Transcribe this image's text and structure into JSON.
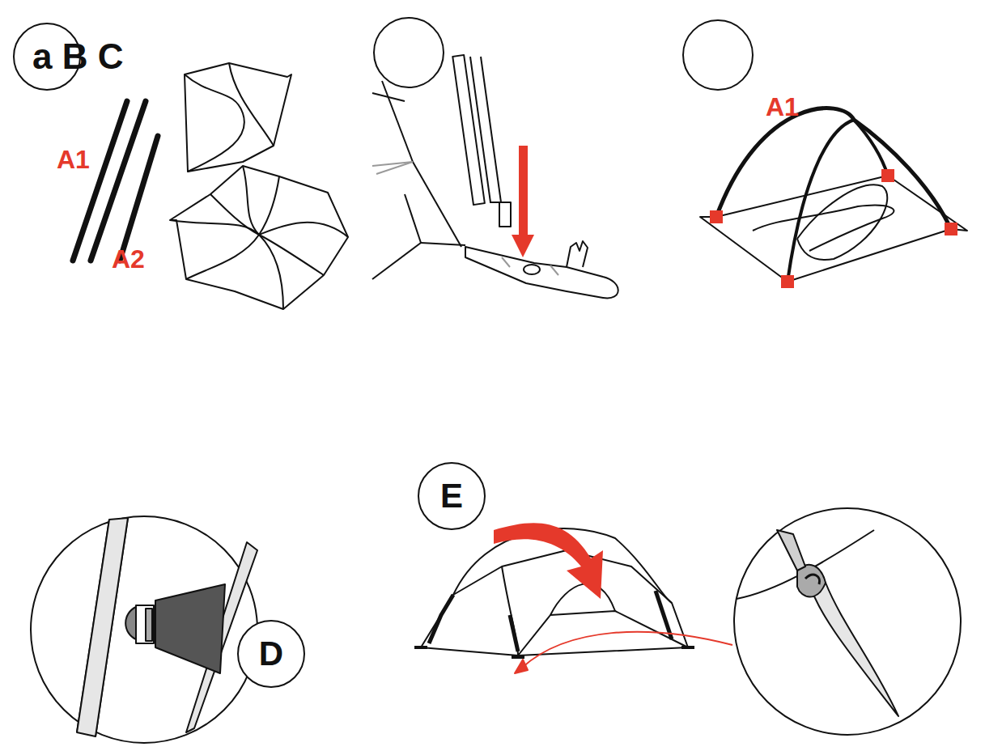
{
  "diagram": {
    "nodes": [
      {
        "text": [
          "a B C"
        ]
      },
      {
        "text": [
          "D"
        ]
      },
      {
        "text": [
          "E"
        ]
      }
    ],
    "labels": [
      "A1",
      "A2",
      "A1"
    ]
  }
}
